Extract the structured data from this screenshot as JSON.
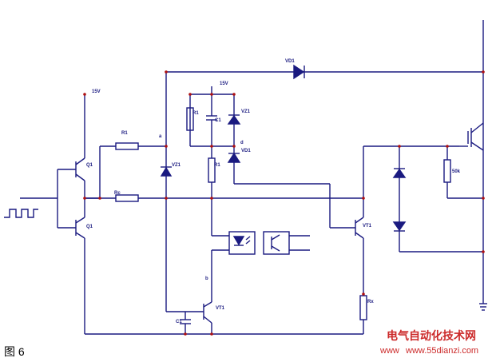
{
  "figure_label": "图 6",
  "labels": {
    "v15_left": "15V",
    "v15_mid": "15V",
    "vd1_top": "VD1",
    "vz1": "VZ1",
    "vz1_box": "VZ1",
    "vd1_box": "VD1",
    "c1_box": "C1",
    "r1_box": "R1",
    "r1_mid": "R1",
    "r1_left": "R1",
    "rg": "Rc",
    "q1": "Q1",
    "q2": "Q1",
    "node_a": "a",
    "node_b": "b",
    "node_d": "d",
    "vt1_bottom": "VT1",
    "vt1_right": "VT1",
    "c1_bottom": "C1",
    "r_adj": "Rx",
    "r50": "50k"
  },
  "watermark": {
    "cn": "电气自动化技术网",
    "url": "www.55dianzi.com",
    "prefix": "www"
  },
  "colors": {
    "wire": "#1a1a80",
    "junction": "#b01010",
    "watermark": "#cc2a2a"
  }
}
